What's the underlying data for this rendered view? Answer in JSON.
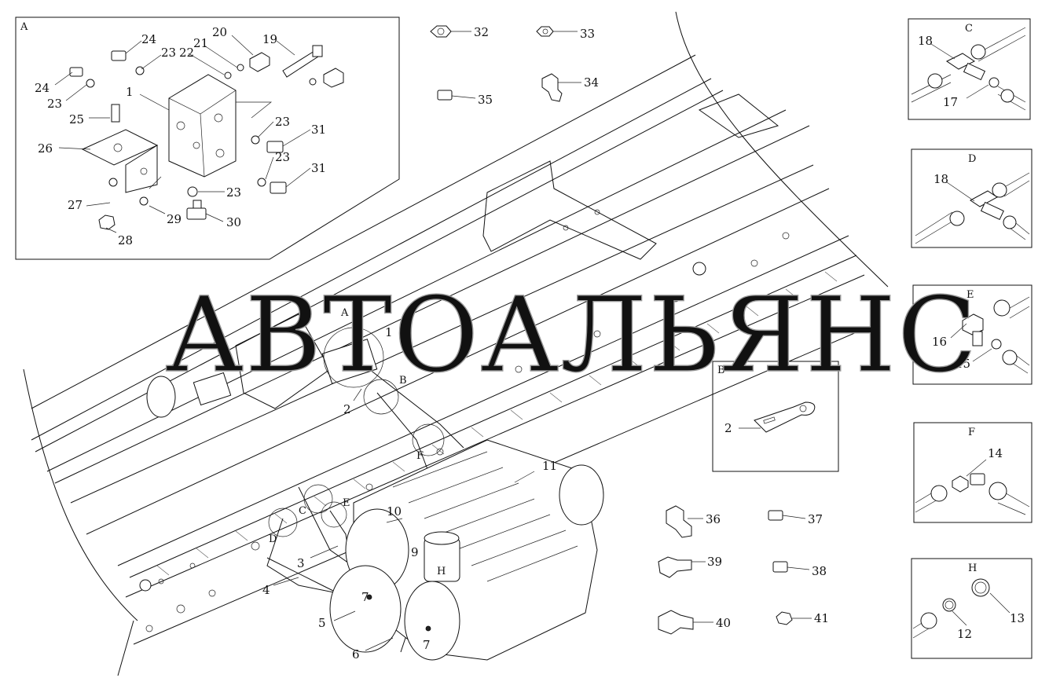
{
  "watermark": "АВТОАЛЬЯНС",
  "colors": {
    "line": "#111111",
    "watermark": "#9a9a9a",
    "background": "#ffffff"
  },
  "views": {
    "A": "A",
    "B": "B",
    "C": "C",
    "D": "D",
    "E": "E",
    "F": "F",
    "H": "H"
  },
  "labels": {
    "a1": "1",
    "a19": "19",
    "a20": "20",
    "a21": "21",
    "a22": "22",
    "a23a": "23",
    "a23b": "23",
    "a23c": "23",
    "a23d": "23",
    "a23e": "23",
    "a24a": "24",
    "a24b": "24",
    "a25": "25",
    "a26": "26",
    "a27": "27",
    "a28": "28",
    "a29": "29",
    "a30": "30",
    "a31a": "31",
    "a31b": "31",
    "p32": "32",
    "p33": "33",
    "p34": "34",
    "p35": "35",
    "p36": "36",
    "p37": "37",
    "p38": "38",
    "p39": "39",
    "p40": "40",
    "p41": "41",
    "c17": "17",
    "c18": "18",
    "d18": "18",
    "e15": "15",
    "e16": "16",
    "f14": "14",
    "h12": "12",
    "h13": "13",
    "b2": "2",
    "m1": "1",
    "m2": "2",
    "m3": "3",
    "m4": "4",
    "m5": "5",
    "m6": "6",
    "m7a": "7",
    "m7b": "7",
    "m9": "9",
    "m10": "10",
    "m11": "11",
    "mA": "A",
    "mB": "B",
    "mC": "C",
    "mD": "D",
    "mE": "E",
    "mF": "F",
    "mH": "H"
  }
}
